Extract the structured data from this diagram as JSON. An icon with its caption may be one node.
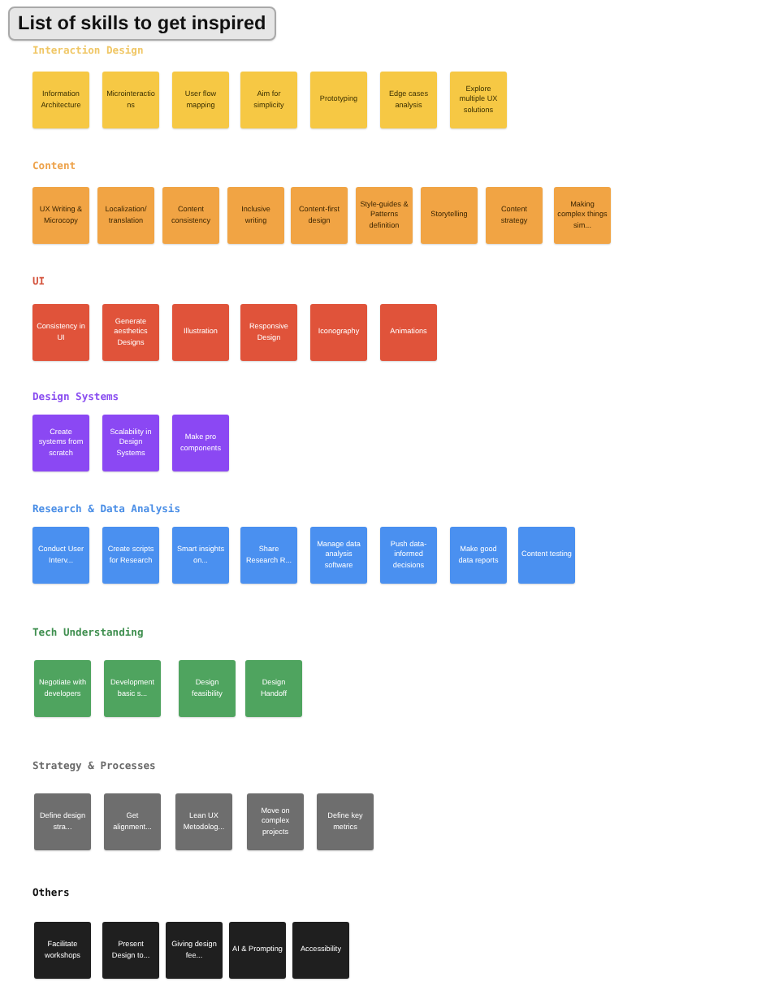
{
  "diagram": {
    "title": "List of skills to get inspired",
    "nodes": [
      {
        "text": [
          "Information Architecture"
        ]
      },
      {
        "text": [
          "Microinteractions"
        ]
      },
      {
        "text": [
          "User flow mapping"
        ]
      },
      {
        "text": [
          "Aim for simplicity"
        ]
      },
      {
        "text": [
          "Prototyping"
        ]
      },
      {
        "text": [
          "Edge cases analysis"
        ]
      },
      {
        "text": [
          "Explore multiple UX solutions"
        ]
      },
      {
        "text": [
          "UX Writing & Microcopy"
        ]
      },
      {
        "text": [
          "Localization/ translation"
        ]
      },
      {
        "text": [
          "Content consistency"
        ]
      },
      {
        "text": [
          "Inclusive writing"
        ]
      },
      {
        "text": [
          "Content-first design"
        ]
      },
      {
        "text": [
          "Style-guides & Patterns definition"
        ]
      },
      {
        "text": [
          "Storytelling"
        ]
      },
      {
        "text": [
          "Content strategy"
        ]
      },
      {
        "text": [
          "Making complex things sim..."
        ]
      },
      {
        "text": [
          "Consistency in UI"
        ]
      },
      {
        "text": [
          "Generate aesthetics Designs"
        ]
      },
      {
        "text": [
          "Illustration"
        ]
      },
      {
        "text": [
          "Responsive Design"
        ]
      },
      {
        "text": [
          "Iconography"
        ]
      },
      {
        "text": [
          "Animations"
        ]
      },
      {
        "text": [
          "Create systems from scratch"
        ]
      },
      {
        "text": [
          "Scalability in Design Systems"
        ]
      },
      {
        "text": [
          "Make pro components"
        ]
      },
      {
        "text": [
          "Conduct User Interv..."
        ]
      },
      {
        "text": [
          "Create scripts for Research"
        ]
      },
      {
        "text": [
          "Smart insights on..."
        ]
      },
      {
        "text": [
          "Share Research R..."
        ]
      },
      {
        "text": [
          "Manage data analysis software"
        ]
      },
      {
        "text": [
          "Push data-informed decisions"
        ]
      },
      {
        "text": [
          "Make good data reports"
        ]
      },
      {
        "text": [
          "Content testing"
        ]
      },
      {
        "text": [
          "Negotiate with developers"
        ]
      },
      {
        "text": [
          "Development basic s..."
        ]
      },
      {
        "text": [
          "Design feasibility"
        ]
      },
      {
        "text": [
          "Design Handoff"
        ]
      },
      {
        "text": [
          "Define design stra..."
        ]
      },
      {
        "text": [
          "Get alignment..."
        ]
      },
      {
        "text": [
          "Lean UX Metodolog..."
        ]
      },
      {
        "text": [
          "Move on complex projects"
        ]
      },
      {
        "text": [
          "Define key metrics"
        ]
      },
      {
        "text": [
          "Facilitate workshops"
        ]
      },
      {
        "text": [
          "Present Design to..."
        ]
      },
      {
        "text": [
          "Giving design fee..."
        ]
      },
      {
        "text": [
          "AI & Prompting"
        ]
      },
      {
        "text": [
          "Accessibility"
        ]
      }
    ],
    "labels": [
      "Interaction Design",
      "Content",
      "UI",
      "Design Systems",
      "Research & Data Analysis",
      "Tech Understanding",
      "Strategy & Processes",
      "Others"
    ]
  }
}
